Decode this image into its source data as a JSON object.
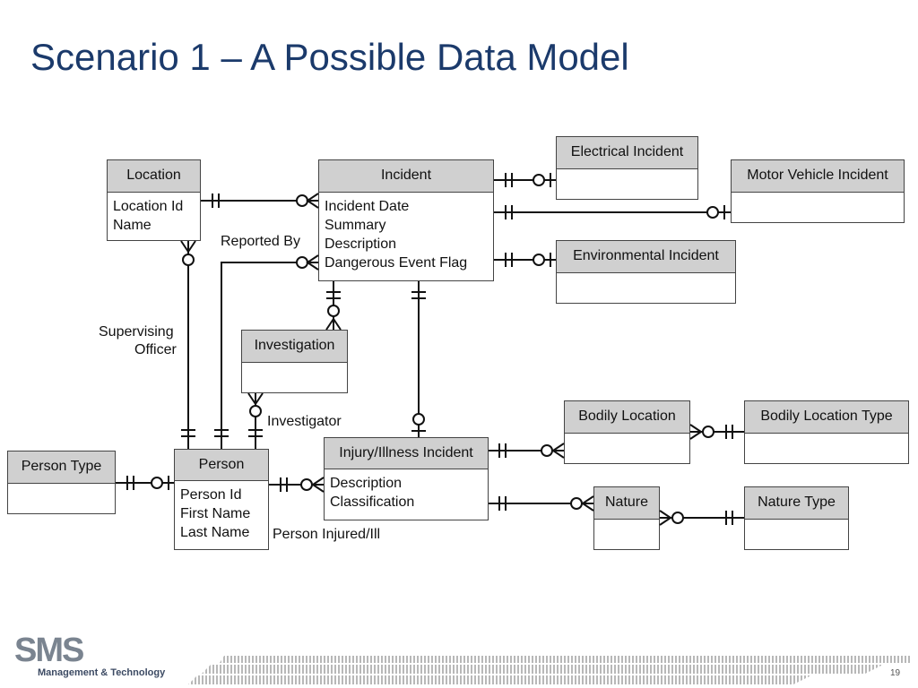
{
  "title": "Scenario 1 – A Possible Data Model",
  "entities": {
    "location": {
      "name": "Location",
      "attributes": [
        "Location Id",
        "Name"
      ]
    },
    "incident": {
      "name": "Incident",
      "attributes": [
        "Incident Date",
        "Summary",
        "Description",
        "Dangerous Event Flag"
      ]
    },
    "electrical": {
      "name": "Electrical Incident",
      "attributes": []
    },
    "motor_vehicle": {
      "name": "Motor Vehicle Incident",
      "attributes": []
    },
    "environmental": {
      "name": "Environmental Incident",
      "attributes": []
    },
    "investigation": {
      "name": "Investigation",
      "attributes": []
    },
    "person_type": {
      "name": "Person Type",
      "attributes": []
    },
    "person": {
      "name": "Person",
      "attributes": [
        "Person Id",
        "First Name",
        "Last Name"
      ]
    },
    "injury": {
      "name": "Injury/Illness Incident",
      "attributes": [
        "Description",
        "Classification"
      ]
    },
    "bodily_location": {
      "name": "Bodily Location",
      "attributes": []
    },
    "bodily_location_type": {
      "name": "Bodily Location Type",
      "attributes": []
    },
    "nature": {
      "name": "Nature",
      "attributes": []
    },
    "nature_type": {
      "name": "Nature Type",
      "attributes": []
    }
  },
  "relationship_labels": {
    "reported_by": "Reported By",
    "supervising_line1": "Supervising",
    "supervising_line2": "Officer",
    "investigator": "Investigator",
    "person_injured": "Person Injured/Ill"
  },
  "footer": {
    "logo": "SMS",
    "logo_subtitle": "Management & Technology",
    "page_number": "19"
  },
  "colors": {
    "title": "#1b3a6b",
    "header_fill": "#d0d0d0",
    "line": "#111111"
  }
}
